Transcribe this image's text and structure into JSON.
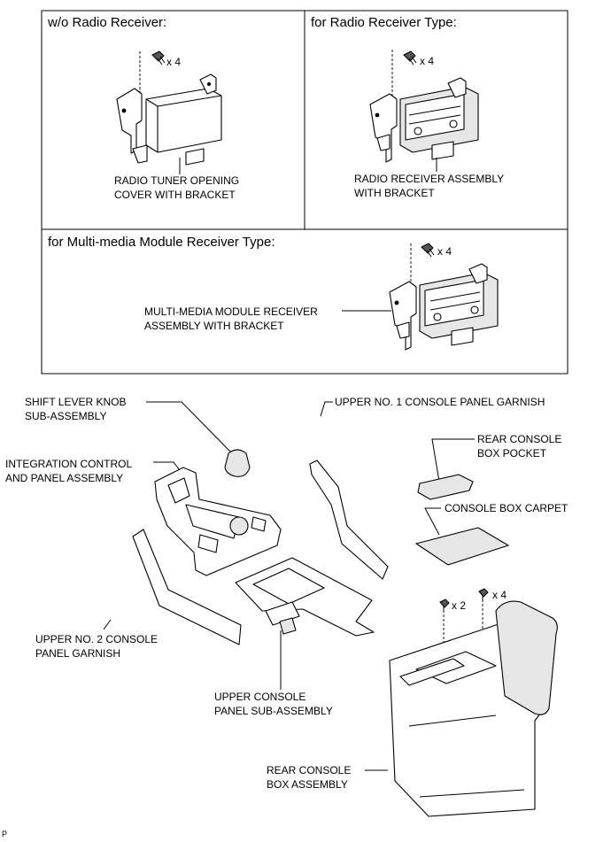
{
  "panels": {
    "wo_radio": {
      "title": "w/o Radio Receiver:",
      "qty": "x 4",
      "label_line1": "RADIO TUNER OPENING",
      "label_line2": "COVER WITH BRACKET"
    },
    "radio": {
      "title": "for Radio Receiver Type:",
      "qty": "x 4",
      "label_line1": "RADIO RECEIVER ASSEMBLY",
      "label_line2": "WITH BRACKET"
    },
    "multimedia": {
      "title": "for Multi-media Module Receiver Type:",
      "qty": "x 4",
      "label_line1": "MULTI-MEDIA MODULE RECEIVER",
      "label_line2": "ASSEMBLY WITH BRACKET"
    }
  },
  "parts": {
    "shift_knob": {
      "line1": "SHIFT LEVER KNOB",
      "line2": "SUB-ASSEMBLY"
    },
    "integration_panel": {
      "line1": "INTEGRATION CONTROL",
      "line2": "AND PANEL ASSEMBLY"
    },
    "upper_no1_garnish": {
      "line1": "UPPER NO. 1 CONSOLE PANEL GARNISH"
    },
    "rear_pocket": {
      "line1": "REAR CONSOLE",
      "line2": "BOX POCKET"
    },
    "carpet": {
      "line1": "CONSOLE BOX CARPET"
    },
    "upper_no2_garnish": {
      "line1": "UPPER NO. 2 CONSOLE",
      "line2": "PANEL GARNISH"
    },
    "upper_console_panel": {
      "line1": "UPPER CONSOLE",
      "line2": "PANEL SUB-ASSEMBLY"
    },
    "rear_console_box": {
      "line1": "REAR CONSOLE",
      "line2": "BOX ASSEMBLY"
    }
  },
  "fasteners": {
    "qty_2": "x 2",
    "qty_4": "x 4"
  },
  "footer": {
    "code": "P"
  }
}
